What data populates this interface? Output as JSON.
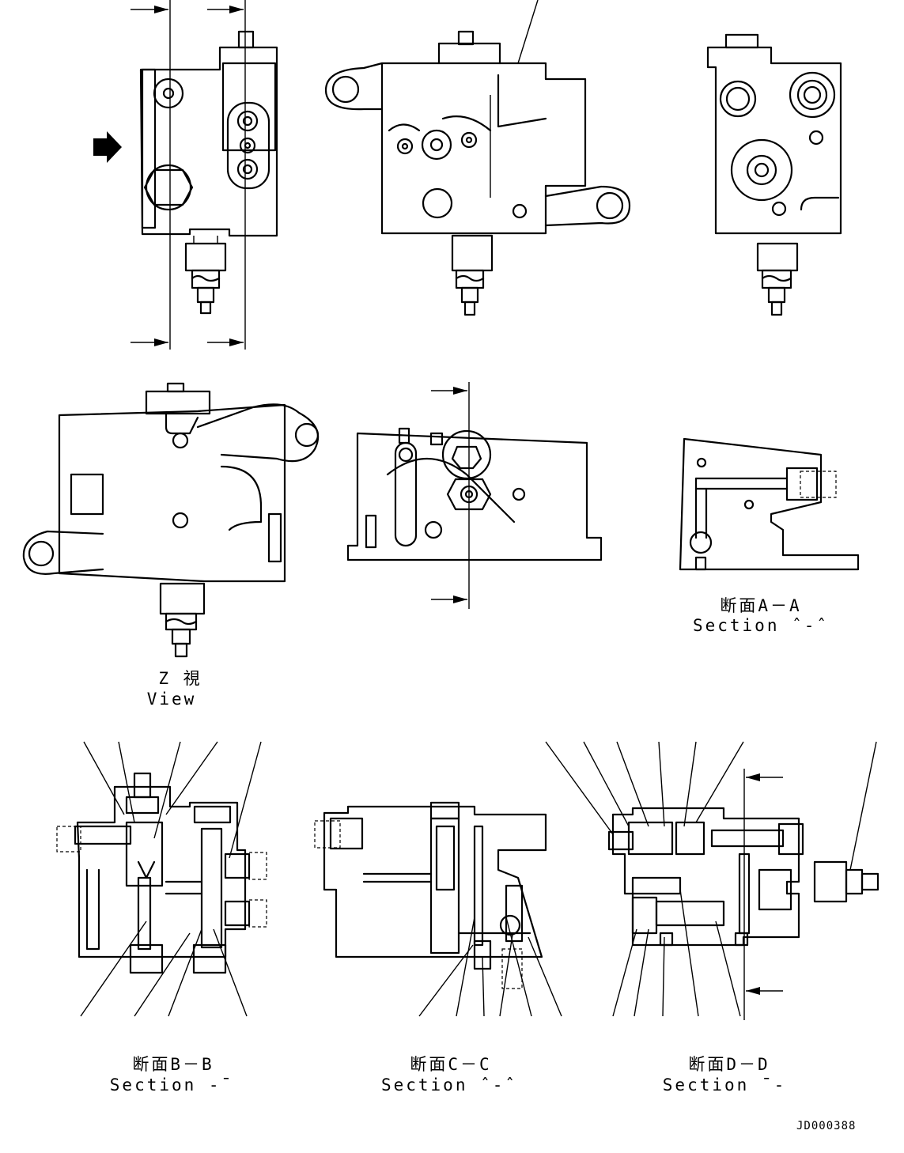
{
  "labels": {
    "z_view_jp": "Z 視",
    "z_view_en": "View",
    "section_aa_jp": "断面A－A",
    "section_aa_en": "Section ˆ-ˆ",
    "section_bb_jp": "断面B－B",
    "section_bb_en": "Section -ˉ",
    "section_cc_jp": "断面C－C",
    "section_cc_en": "Section ˆ-ˆ",
    "section_dd_jp": "断面D－D",
    "section_dd_en": "Section ˉ-",
    "drawing_id": "JD000388"
  }
}
